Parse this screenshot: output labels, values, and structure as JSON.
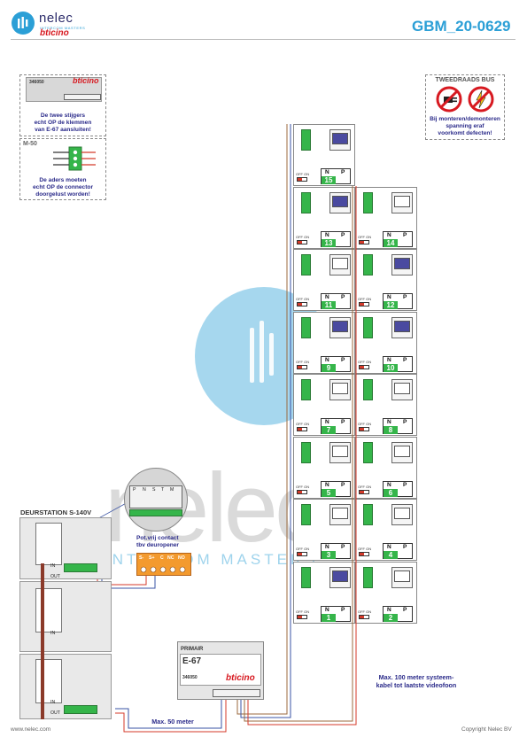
{
  "header": {
    "brand": "nelec",
    "brand_tagline": "INTERCOM MASTERS",
    "partner": "bticino",
    "doc_id": "GBM_20-0629"
  },
  "notes": {
    "stijgers": {
      "device_code": "346050",
      "device_brand": "bticino",
      "text": [
        "De twee stijgers",
        "echt OP de klemmen",
        "van E-67 aansluiten!"
      ]
    },
    "m50": {
      "title": "M-50",
      "text": [
        "De aders moeten",
        "echt OP de connector",
        "doorgelust worden!"
      ]
    },
    "warning": {
      "title": "TWEEDRAADS BUS",
      "text": [
        "Bij monteren/demonteren",
        "spanning eraf",
        "voorkomt defecten!"
      ]
    }
  },
  "door_station": {
    "title": "DEURSTATION S-140V",
    "contact_label": [
      "Pot.vrij contact",
      "tbv deuropener"
    ],
    "relay_terms": [
      "S-",
      "S+",
      "C",
      "NC",
      "NO"
    ],
    "connector_terms": [
      "P",
      "N",
      "S",
      "T",
      "M"
    ],
    "io_labels": [
      "IN",
      "OUT"
    ]
  },
  "e67": {
    "label": "PRIMAIR",
    "name": "E-67",
    "code": "346050",
    "brand": "bticino"
  },
  "cables": {
    "max50": "Max. 50 meter",
    "max100": [
      "Max. 100 meter systeem-",
      "kabel tot laatste videofoon"
    ]
  },
  "monitors": {
    "np": [
      "N",
      "P"
    ],
    "offon": "OFF ON",
    "units": [
      {
        "num": "15",
        "active": true
      },
      {
        "num": "13",
        "active": true
      },
      {
        "num": "14",
        "active": false
      },
      {
        "num": "11",
        "active": false
      },
      {
        "num": "12",
        "active": true
      },
      {
        "num": "9",
        "active": true
      },
      {
        "num": "10",
        "active": true
      },
      {
        "num": "7",
        "active": false
      },
      {
        "num": "8",
        "active": false
      },
      {
        "num": "5",
        "active": false
      },
      {
        "num": "6",
        "active": false
      },
      {
        "num": "3",
        "active": false
      },
      {
        "num": "4",
        "active": false
      },
      {
        "num": "1",
        "active": true
      },
      {
        "num": "2",
        "active": false
      }
    ]
  },
  "footer": {
    "left": "www.nelec.com",
    "right": "Copyright Nelec BV"
  },
  "colors": {
    "accent": "#2b9fd6",
    "navy": "#2b2b8a",
    "brand_red": "#d71920",
    "relay_orange": "#f39a2e",
    "num_green": "#35b54a",
    "wire_red": "#d43a2a",
    "wire_blue": "#3a53a4",
    "wire_brown": "#9b6a3d"
  }
}
